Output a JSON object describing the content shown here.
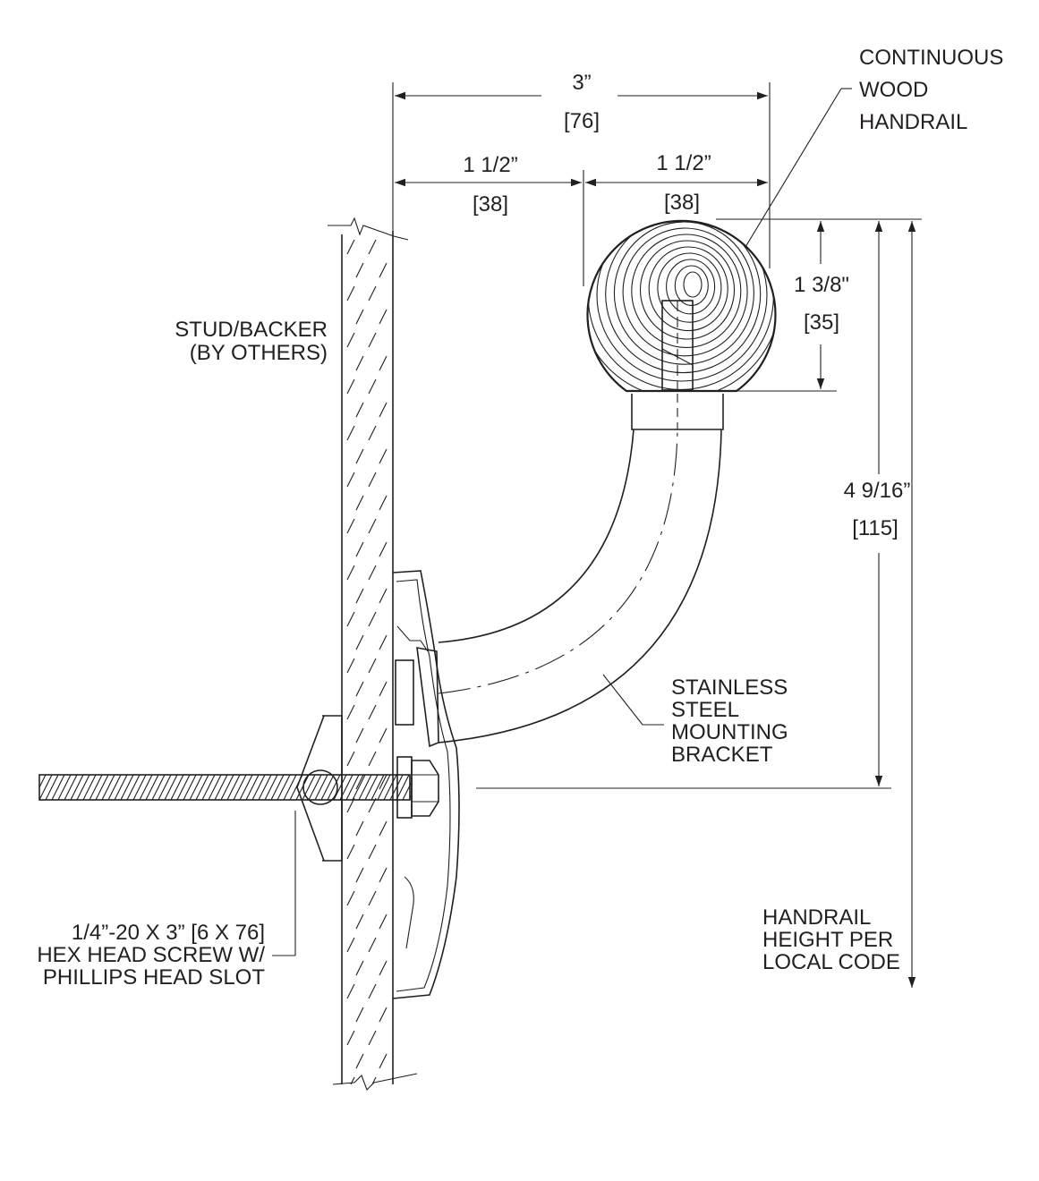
{
  "dimensions": {
    "overall_width": {
      "imperial": "3”",
      "metric": "[76]"
    },
    "wall_to_rail": {
      "imperial": "1 1/2”",
      "metric": "[38]"
    },
    "rail_width": {
      "imperial": "1 1/2”",
      "metric": "[38]"
    },
    "rail_height": {
      "imperial": "1 3/8\"",
      "metric": "[35]"
    },
    "bracket_height": {
      "imperial": "4 9/16”",
      "metric": "[115]"
    }
  },
  "callouts": {
    "handrail": [
      "CONTINUOUS",
      "WOOD",
      "HANDRAIL"
    ],
    "stud": [
      "STUD/BACKER",
      "(BY OTHERS)"
    ],
    "bracket": [
      "STAINLESS",
      "STEEL",
      "MOUNTING",
      "BRACKET"
    ],
    "screw": [
      "1/4”-20 X 3” [6 X 76]",
      "HEX HEAD SCREW W/",
      "PHILLIPS HEAD SLOT"
    ],
    "height": [
      "HANDRAIL",
      "HEIGHT PER",
      "LOCAL CODE"
    ]
  },
  "colors": {
    "ink": "#231f20",
    "background": "#ffffff"
  }
}
